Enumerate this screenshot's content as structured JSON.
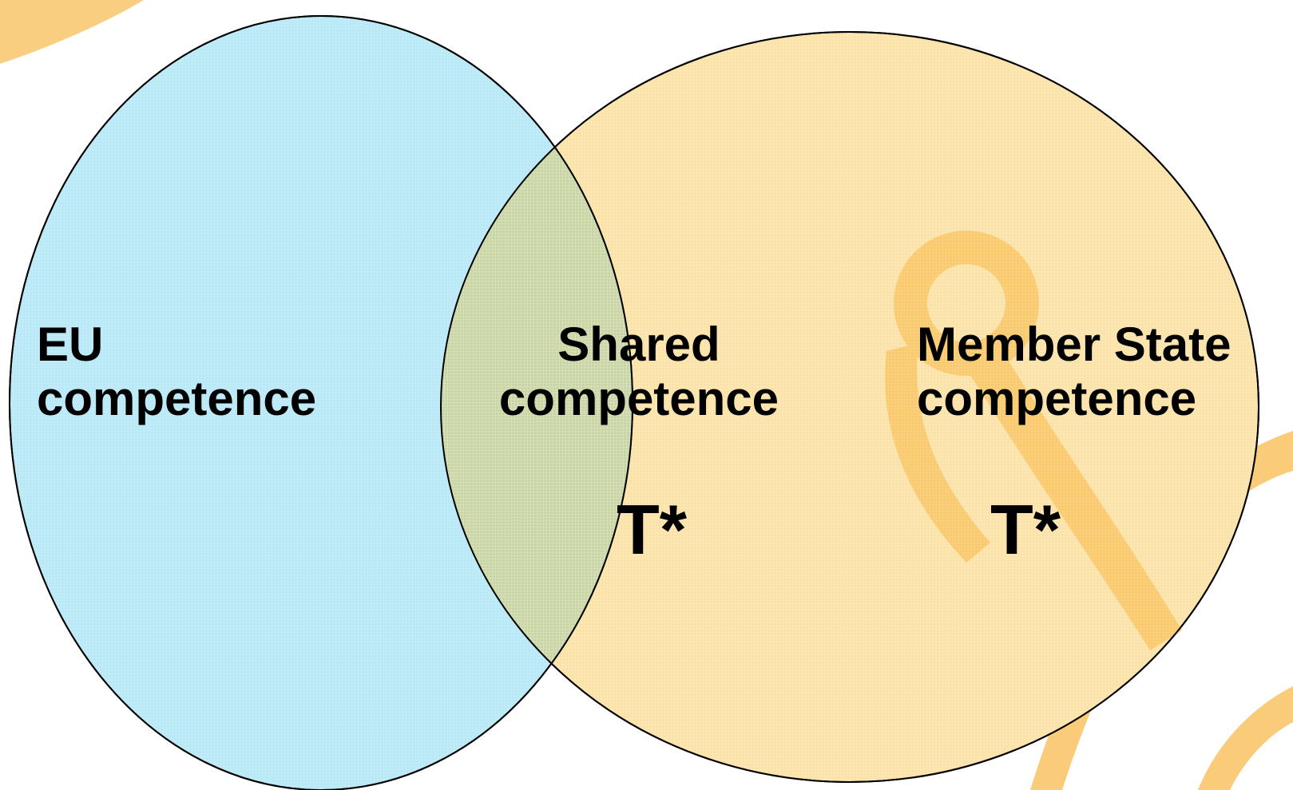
{
  "diagram": {
    "type": "venn",
    "regions": {
      "eu": {
        "line1": "EU",
        "line2": "competence",
        "color": "#b9e8f6"
      },
      "shared": {
        "line1": "Shared",
        "line2": "competence",
        "marker": "T*",
        "color": "#c9d5a4"
      },
      "member_state": {
        "line1": "Member State",
        "line2": "competence",
        "marker": "T*",
        "color": "#fbe2a8"
      }
    },
    "background_decoration": {
      "color": "#f9c66a",
      "icon": "ribbon-symbol-watermark"
    }
  }
}
